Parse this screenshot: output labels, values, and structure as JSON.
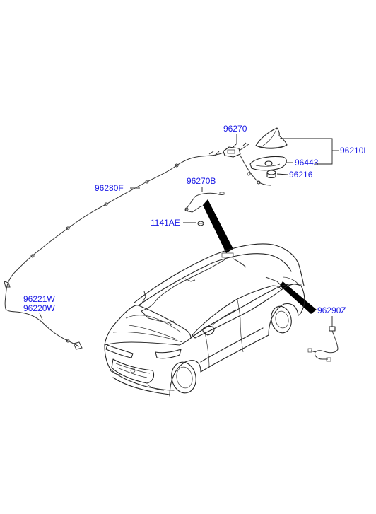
{
  "diagram": {
    "parts": {
      "p96270": "96270",
      "p96210L": "96210L",
      "p96443": "96443",
      "p96216": "96216",
      "p96270B": "96270B",
      "p96280F": "96280F",
      "p1141AE": "1141AE",
      "p96221W": "96221W",
      "p96220W": "96220W",
      "p96290Z": "96290Z"
    },
    "colors": {
      "label": "#1a1ae6",
      "line": "#222222",
      "background": "#ffffff"
    }
  }
}
